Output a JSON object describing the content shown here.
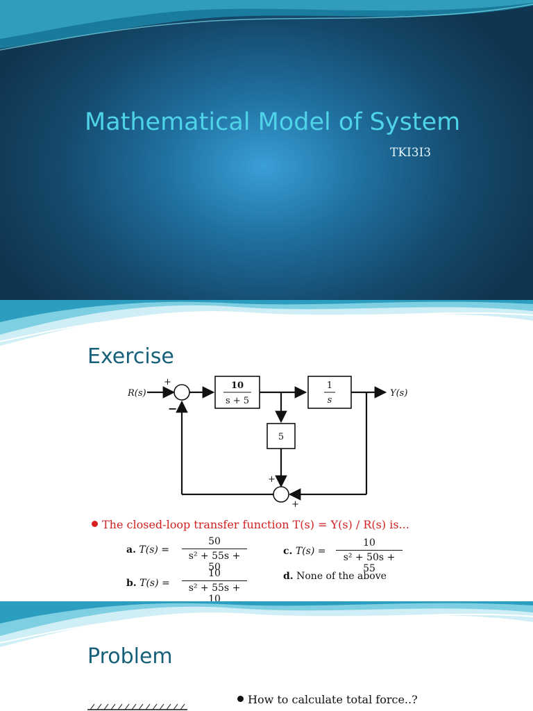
{
  "slide1": {
    "title": "Mathematical Model of System",
    "subtitle": "TKI3I3"
  },
  "slide2": {
    "heading": "Exercise",
    "diagram": {
      "input_label": "R(s)",
      "output_label": "Y(s)",
      "block1_num": "10",
      "block1_den": "s + 5",
      "block2_num": "1",
      "block2_den": "s",
      "feedback_block": "5",
      "plus": "+",
      "minus": "−"
    },
    "question": "The closed-loop transfer function T(s) = Y(s) / R(s) is...",
    "options": {
      "a": {
        "label": "a.",
        "lhs": "T(s) =",
        "num": "50",
        "den": "s² + 55s + 50"
      },
      "b": {
        "label": "b.",
        "lhs": "T(s) =",
        "num": "10",
        "den": "s² + 55s + 10"
      },
      "c": {
        "label": "c.",
        "lhs": "T(s) =",
        "num": "10",
        "den": "s² + 50s + 55"
      },
      "d": {
        "label": "d.",
        "text": "None of the above"
      }
    }
  },
  "slide3": {
    "heading": "Problem",
    "bullet": "How to calculate total force..?"
  },
  "colors": {
    "title": "#4fd3e8",
    "heading": "#17607a",
    "question": "#d02020",
    "bg_dark": "#15496b"
  }
}
